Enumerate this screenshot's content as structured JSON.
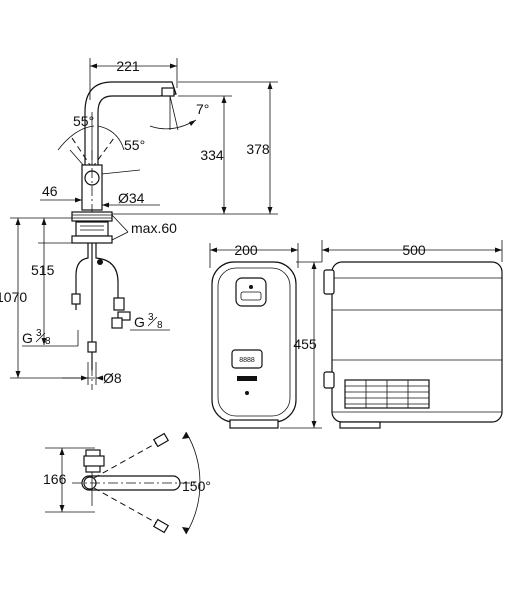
{
  "tap_side_view": {
    "dim_spout_reach": "221",
    "angle_spout_tilt": "7°",
    "angle_lever_left": "55°",
    "angle_lever_right": "55°",
    "dim_spout_height": "334",
    "dim_total_height": "378",
    "dim_left_offset": "46",
    "dim_body_diameter": "Ø34",
    "dim_counter_thickness": "max.60",
    "dim_hose_515": "515",
    "dim_total_1070": "1070",
    "thread_left_main": "G",
    "thread_right_main": "G",
    "thread_fraction_num": "3",
    "thread_fraction_den": "8",
    "dim_hose_diameter": "Ø8"
  },
  "filter_unit": {
    "dim_width": "200",
    "dim_height": "455",
    "dim_depth": "500",
    "display_text": "8888"
  },
  "top_view": {
    "dim_offset": "166",
    "angle_swivel": "150°"
  }
}
